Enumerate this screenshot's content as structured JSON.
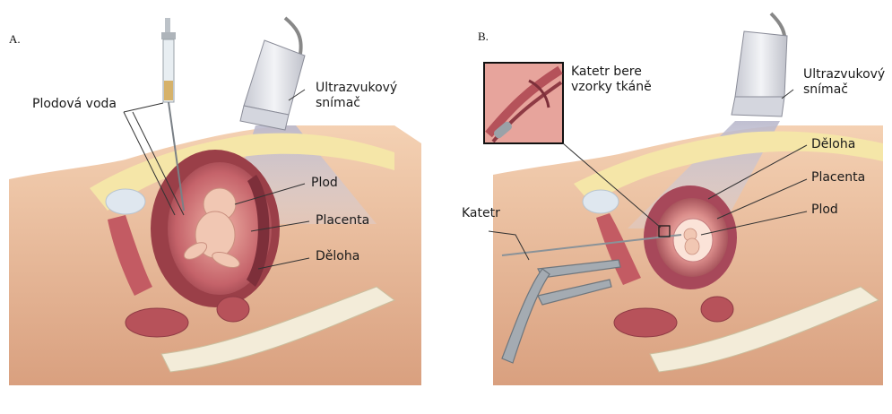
{
  "panels": [
    {
      "tag": "A.",
      "labels": {
        "amniotic_fluid": "Plodová voda",
        "probe": [
          "Ultrazvukový",
          "snímač"
        ],
        "fetus": "Plod",
        "placenta": "Placenta",
        "uterus": "Děloha"
      }
    },
    {
      "tag": "B.",
      "labels": {
        "inset_caption": [
          "Katetr bere",
          "vzorky tkáně"
        ],
        "probe": [
          "Ultrazvukový",
          "snímač"
        ],
        "uterus": "Děloha",
        "placenta": "Placenta",
        "fetus": "Plod",
        "catheter": "Katetr"
      }
    }
  ],
  "colors": {
    "skin": "#f2c9a8",
    "skin_dark": "#d99a7a",
    "uterus_wall": "#b5525a",
    "uterus_inner": "#e59b93",
    "fat": "#f5e6a8",
    "bone": "#f3ecd9",
    "bladder": "#dfe7ef",
    "ultrasound_beam": "#c9c7d6",
    "probe": "#e8e9ee",
    "instrument": "#9aa2a8"
  }
}
